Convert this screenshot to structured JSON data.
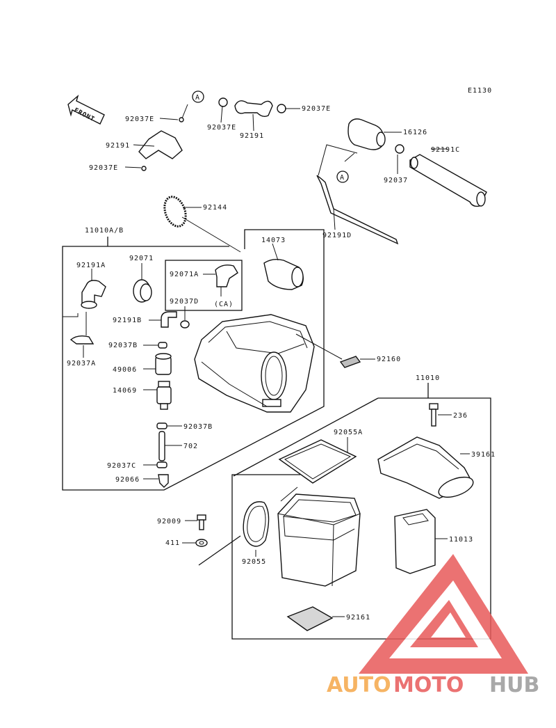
{
  "diagram": {
    "code": "E1130",
    "front_label": "FRONT",
    "callout_a": "A",
    "ca_label": "(CA)",
    "parts": {
      "p92037E_1": "92037E",
      "p92191_1": "92191",
      "p92037E_2": "92037E",
      "p92037E_3": "92037E",
      "p92191_2": "92191",
      "p92037E_4": "92037E",
      "p16126": "16126",
      "p92037": "92037",
      "p92191C": "92191C",
      "p92144": "92144",
      "p92191D": "92191D",
      "p11010AB": "11010A/B",
      "p14073": "14073",
      "p92191A": "92191A",
      "p92071": "92071",
      "p92071A": "92071A",
      "p92037D": "92037D",
      "p92191B": "92191B",
      "p92037B_1": "92037B",
      "p49006": "49006",
      "p14069": "14069",
      "p92037A": "92037A",
      "p92160": "92160",
      "p11010": "11010",
      "p236": "236",
      "p92037B_2": "92037B",
      "p92055A": "92055A",
      "p39161": "39161",
      "p702": "702",
      "p92037C": "92037C",
      "p92066": "92066",
      "p92009": "92009",
      "p411": "411",
      "p92055": "92055",
      "p11013": "11013",
      "p92161": "92161"
    }
  },
  "watermark": {
    "part1": "AUTO",
    "part2": "MOTO",
    "part3": "HUB",
    "color_orange": "#f5a84a",
    "color_red": "#e85a5a",
    "color_gray": "#9a9a9a"
  }
}
